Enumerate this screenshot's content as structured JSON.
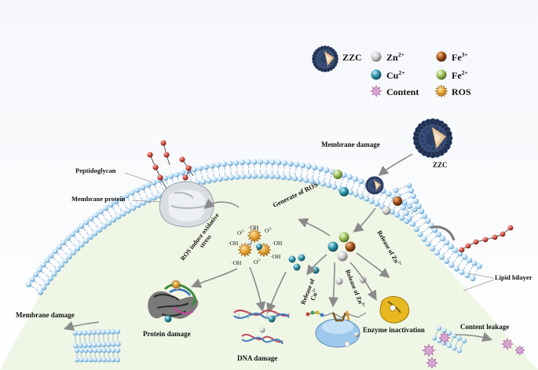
{
  "legend": {
    "zzc": "ZZC",
    "zn": "Zn",
    "cu": "Cu",
    "content": "Content",
    "fe3": "Fe",
    "fe2": "Fe",
    "ros": "ROS",
    "zn_charge": "2+",
    "cu_charge": "2+",
    "fe3_charge": "3+",
    "fe2_charge": "2+"
  },
  "labels": {
    "membrane_damage_top": "Membrane damage",
    "zzc": "ZZC",
    "peptidoglycan": "Peptidoglycan",
    "membrane_protein": "Membrane  protein",
    "generate_ros": "Generate of ROS",
    "ros_stress_1": "ROS induce oxidative",
    "ros_stress_2": "stress",
    "release_cu_1": "Release of",
    "release_cu_2": "Cu",
    "release_cu_charge": "2+",
    "release_zn_mid": "Release  of  Zn",
    "release_zn_mid_charge": "2+",
    "release_zn_right": "Release  of  Zn",
    "release_zn_right_charge": "2+",
    "lipid_bilayer": "Lipid bilayer",
    "membrane_damage_left": "Membrane damage",
    "protein_damage": "Protein  damage",
    "dna_damage": "DNA damage",
    "enzyme_inactivation": "Enzyme inactivation",
    "content_leakage": "Content   leakage",
    "oh": "·OH",
    "o2": "O",
    "o2_charge": "2-"
  },
  "colors": {
    "lipid_head": "#a9d2f0",
    "lipid_tail": "#8fb3d0",
    "cytoplasm": "#eef5e4",
    "zzc_core": "#e8c8a0",
    "zzc_shell": "#2a3f66",
    "zn": "#bdbdbd",
    "cu": "#2f8fa3",
    "fe3": "#a4521c",
    "fe2": "#9bbf5a",
    "content": "#d9a6d3",
    "ros": "#d89020",
    "peptidoglycan": "#c8463a",
    "arrow": "#888888"
  }
}
